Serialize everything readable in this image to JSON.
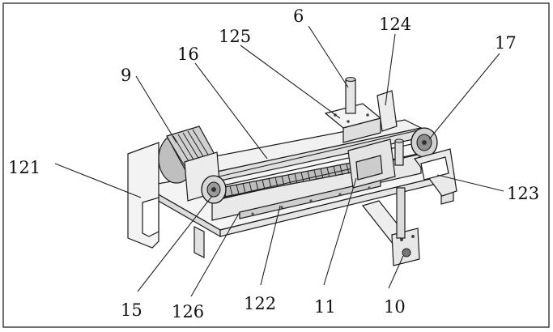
{
  "labels": {
    "l6": "6",
    "l124": "124",
    "l125": "125",
    "l17": "17",
    "l16": "16",
    "l9": "9",
    "l121": "121",
    "l123": "123",
    "l15": "15",
    "l126": "126",
    "l122": "122",
    "l11": "11",
    "l10": "10"
  },
  "colors": {
    "line": "#222222",
    "background": "#ffffff",
    "metal_light": "#f2f2f2",
    "metal_mid": "#d9d9d9",
    "metal_dark": "#8c8c8c"
  }
}
